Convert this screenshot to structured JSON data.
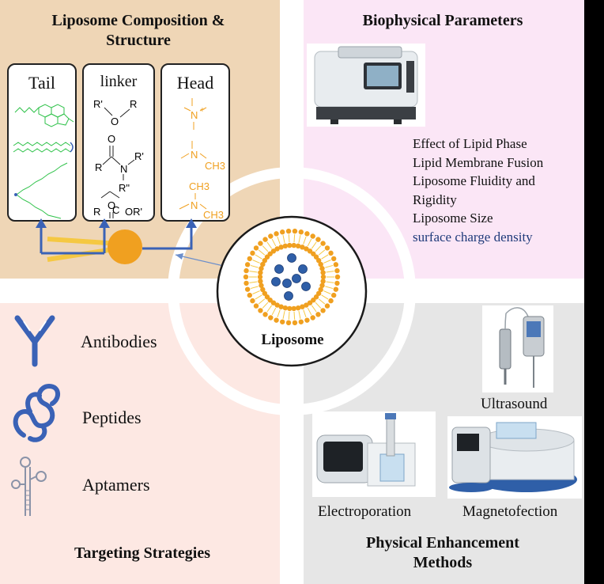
{
  "quadrants": {
    "composition": {
      "title_line1": "Liposome Composition &",
      "title_line2": "Structure",
      "boxes": {
        "tail": "Tail",
        "linker": "linker",
        "head": "Head"
      }
    },
    "biophysical": {
      "title": "Biophysical Parameters",
      "params": [
        "Effect of Lipid Phase",
        "Lipid Membrane Fusion",
        "Liposome Fluidity and",
        "Rigidity",
        "Liposome Size",
        "surface charge density"
      ]
    },
    "targeting": {
      "title": "Targeting Strategies",
      "items": [
        "Antibodies",
        "Peptides",
        "Aptamers"
      ]
    },
    "physical": {
      "title_line1": "Physical Enhancement",
      "title_line2": "Methods",
      "methods": {
        "ultrasound": "Ultrasound",
        "electroporation": "Electroporation",
        "magnetofection": "Magnetofection"
      }
    }
  },
  "center": {
    "label": "Liposome"
  },
  "chem": {
    "linker1": {
      "r1": "R'",
      "o": "O",
      "r": "R"
    },
    "linker2": {
      "o": "O",
      "r1": "R'",
      "r": "R",
      "n": "N",
      "r2": "R\""
    },
    "linker3": {
      "o": "O",
      "r": "R",
      "c": "C",
      "or": "OR'"
    },
    "head2": {
      "n": "N",
      "ch3": "CH3"
    },
    "head3": {
      "ch3a": "CH3",
      "n": "N",
      "ch3b": "CH3"
    },
    "head1": {
      "n": "N",
      "plus": "+"
    }
  },
  "colors": {
    "composition_bg": "#efd6b6",
    "biophysical_bg": "#fbe6f6",
    "targeting_bg": "#fde8e3",
    "physical_bg": "#e6e6e6",
    "accent_blue": "#3a62b6",
    "lipid_orange": "#f0a020",
    "tail_green": "#2fc24a"
  }
}
